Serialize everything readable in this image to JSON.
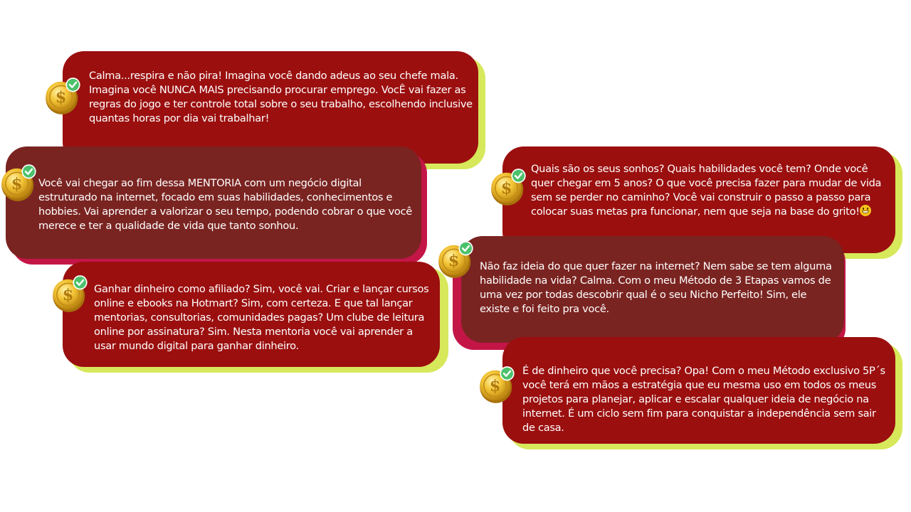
{
  "cards": [
    {
      "text": "Calma...respira e não pira! Imagina você dando adeus ao seu chefe mala. Imagina você NUNCA MAIS precisando procurar emprego. VocÊ vai fazer as regras do jogo e ter controle total sobre o seu trabalho, escolhendo inclusive quantas horas por dia vai trabalhar!"
    },
    {
      "text": "Você vai chegar ao fim dessa MENTORIA com um negócio digital estruturado na internet, focado em suas habilidades, conhecimentos e hobbies. Vai aprender a valorizar o seu tempo, podendo cobrar o que você merece e ter a qualidade de vida que tanto sonhou."
    },
    {
      "text": "Ganhar dinheiro como afiliado? Sim, você vai. Criar e lançar cursos online e ebooks na Hotmart? Sim, com certeza. E que tal lançar mentorias, consultorias, comunidades pagas? Um clube de leitura online por assinatura? Sim. Nesta mentoria você vai aprender a usar  mundo digital para ganhar dinheiro."
    },
    {
      "text": "Quais são os seus sonhos? Quais habilidades você tem? Onde você quer chegar em 5 anos? O que você precisa fazer para mudar de vida sem se perder no caminho? Você vai construir o passo a passo para colocar suas metas pra funcionar, nem que seja na base do grito!"
    },
    {
      "text": "Não faz ideia do que quer fazer na internet? Nem sabe se tem alguma habilidade na vida? Calma. Com o meu Método de 3 Etapas vamos de uma vez por todas descobrir qual é o seu Nicho Perfeito! Sim, ele existe e foi feito pra você."
    },
    {
      "text": "É de dinheiro que você precisa? Opa! Com o meu Método exclusivo 5P´s você terá em mãos a estratégia que eu mesma uso em todos os meus projetos para planejar, aplicar e escalar qualquer ideia de negócio na internet. É um ciclo sem fim para conquistar a independência sem sair de casa."
    }
  ],
  "colors": {
    "red": "#9b0f0f",
    "maroon": "#7a2421",
    "lime": "#d7e85a",
    "pink": "#c41547",
    "coin": "#e9b72a",
    "check": "#4cc16b"
  },
  "icons": {
    "coin": "dollar-coin-icon",
    "check": "checkmark-icon",
    "emoji": "grinning-face-emoji"
  }
}
